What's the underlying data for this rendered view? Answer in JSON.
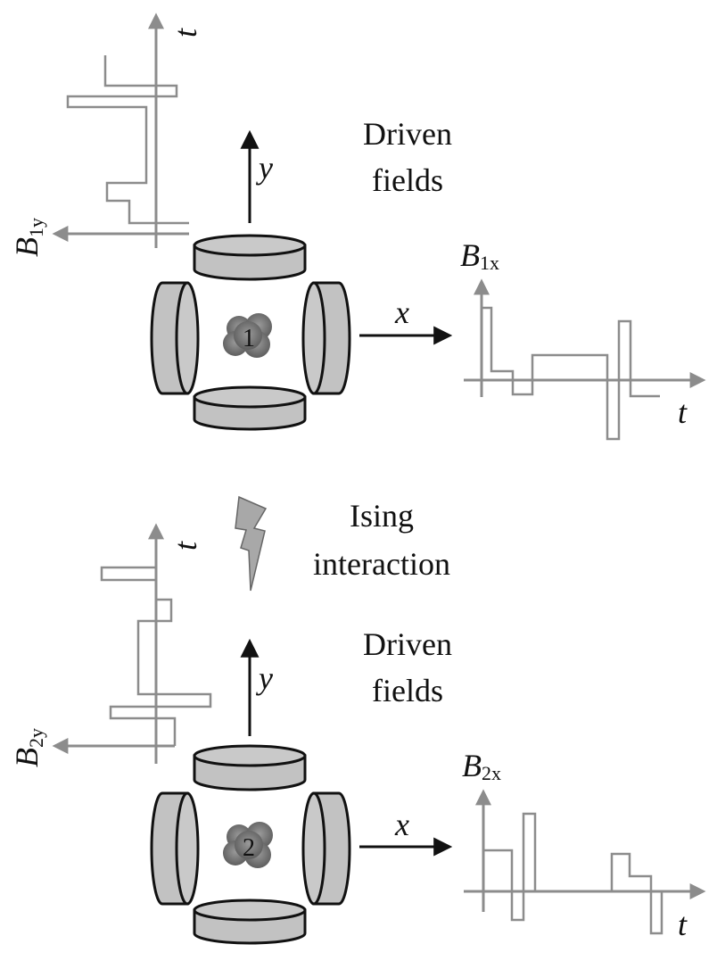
{
  "labels": {
    "driven_fields_top_line1": "Driven",
    "driven_fields_top_line2": "fields",
    "ising_line1": "Ising",
    "ising_line2": "interaction",
    "driven_fields_bottom_line1": "Driven",
    "driven_fields_bottom_line2": "fields",
    "axis_x": "x",
    "axis_y": "y",
    "axis_t": "t",
    "ion_1": "1",
    "ion_2": "2",
    "b1y_main": "B",
    "b1y_sub": "1y",
    "b1x_main": "B",
    "b1x_sub": "1x",
    "b2y_main": "B",
    "b2y_sub": "2y",
    "b2x_main": "B",
    "b2x_sub": "2x"
  },
  "colors": {
    "signal_gray": "#8c8c8c",
    "coil_fill": "#c2c2c2",
    "ion_cloud": "#777777",
    "arrow_black": "#111111",
    "lightning": "#a8a8a8"
  }
}
